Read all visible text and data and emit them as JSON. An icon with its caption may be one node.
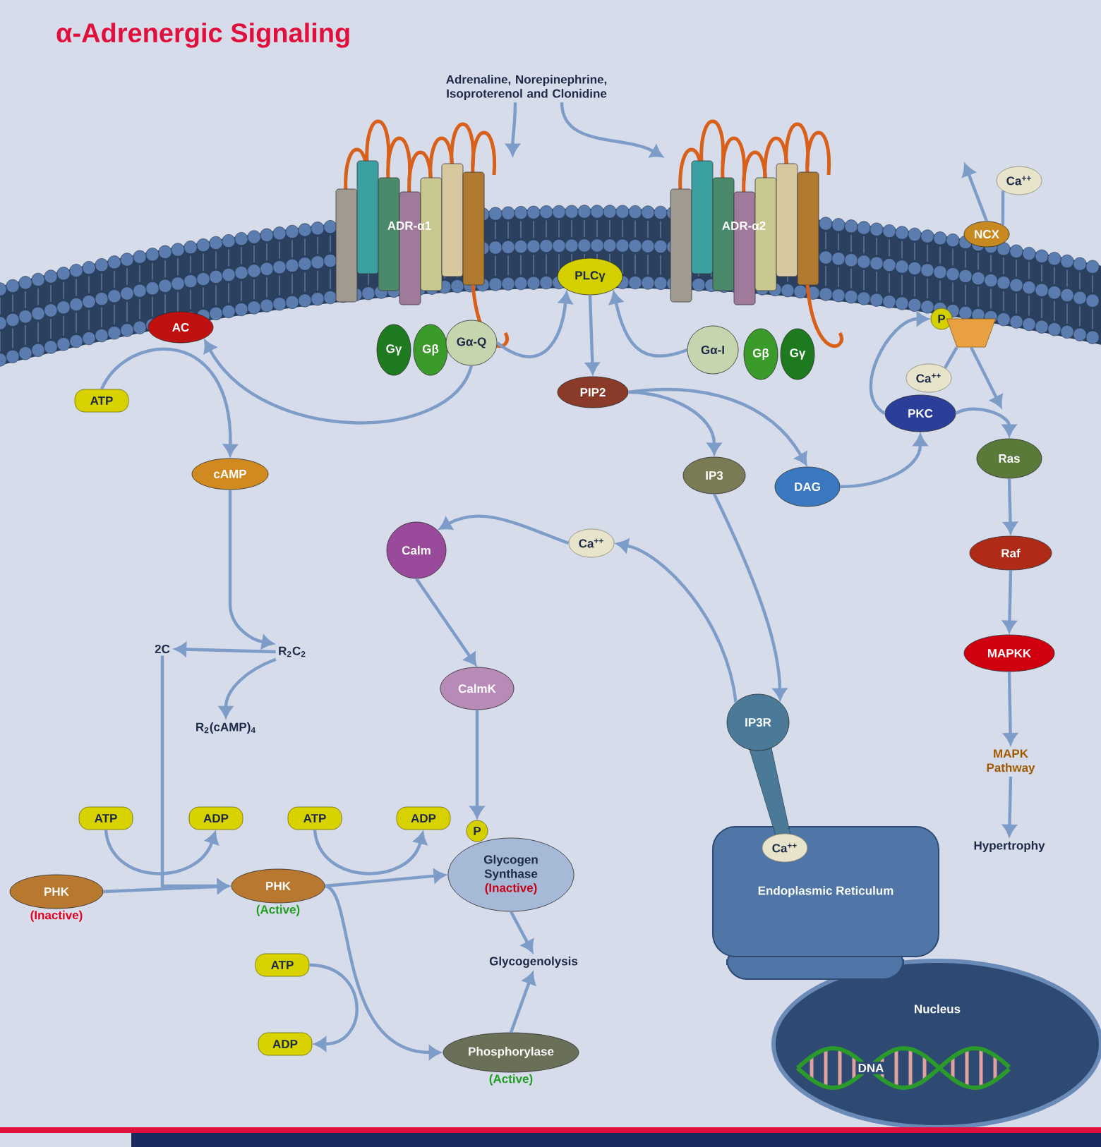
{
  "diagram": {
    "title": "α-Adrenergic Signaling",
    "nodes": [
      {
        "text": [
          "Adrenaline, Norepinephrine, Isoproterenol and Clonidine"
        ]
      },
      {
        "text": [
          "ADR-α1"
        ]
      },
      {
        "text": [
          "ADR-α2"
        ]
      },
      {
        "text": [
          "Gγ"
        ]
      },
      {
        "text": [
          "Gβ"
        ]
      },
      {
        "text": [
          "Gα-Q"
        ]
      },
      {
        "text": [
          "Gα-I"
        ]
      },
      {
        "text": [
          "Gβ"
        ]
      },
      {
        "text": [
          "Gγ"
        ]
      },
      {
        "text": [
          "AC"
        ]
      },
      {
        "text": [
          "ATP"
        ]
      },
      {
        "text": [
          "cAMP"
        ]
      },
      {
        "text": [
          "PLCγ"
        ]
      },
      {
        "text": [
          "PIP2"
        ]
      },
      {
        "text": [
          "IP3"
        ]
      },
      {
        "text": [
          "DAG"
        ]
      },
      {
        "text": [
          "PKC"
        ]
      },
      {
        "text": [
          "P"
        ]
      },
      {
        "text": [
          "Ca$^{++}$"
        ]
      },
      {
        "text": [
          "NCX"
        ]
      },
      {
        "text": [
          "Ca$^{++}$"
        ]
      },
      {
        "text": [
          "Ras"
        ]
      },
      {
        "text": [
          "Raf"
        ]
      },
      {
        "text": [
          "MAPKK"
        ]
      },
      {
        "text": [
          "MAPK Pathway"
        ]
      },
      {
        "text": [
          "Hypertrophy"
        ]
      },
      {
        "text": [
          "Ca$^{++}$"
        ]
      },
      {
        "text": [
          "Calm"
        ]
      },
      {
        "text": [
          "CalmK"
        ]
      },
      {
        "text": [
          "2C"
        ]
      },
      {
        "text": [
          "R$_{2}$C$_{2}$"
        ]
      },
      {
        "text": [
          "R$_{2}$(cAMP)$_{4}$"
        ]
      },
      {
        "text": [
          "ATP"
        ]
      },
      {
        "text": [
          "ADP"
        ]
      },
      {
        "text": [
          "ATP"
        ]
      },
      {
        "text": [
          "ADP"
        ]
      },
      {
        "text": [
          "PHK",
          "(Inactive)"
        ]
      },
      {
        "text": [
          "PHK",
          "(Active)"
        ]
      },
      {
        "text": [
          "P"
        ]
      },
      {
        "text": [
          "Glycogen Synthase",
          "(Inactive)"
        ]
      },
      {
        "text": [
          "Glycogenolysis"
        ]
      },
      {
        "text": [
          "ATP"
        ]
      },
      {
        "text": [
          "ADP"
        ]
      },
      {
        "text": [
          "Phosphorylase",
          "(Active)"
        ]
      },
      {
        "text": [
          "IP3R"
        ]
      },
      {
        "text": [
          "Ca$^{++}$"
        ],
        "in": 46
      },
      {
        "text": [
          "Endoplasmic Reticulum"
        ]
      },
      {
        "text": [
          "Nucleus"
        ]
      },
      {
        "text": [
          "DNA"
        ],
        "in": 47
      },
      {
        "text": [],
        "shape": "channel"
      }
    ],
    "edges": [
      {
        "from": 0,
        "to": 1,
        "arrow": "to"
      },
      {
        "from": 0,
        "to": 2,
        "arrow": "to"
      },
      {
        "from": 5,
        "to": 9,
        "arrow": "to"
      },
      {
        "from": 5,
        "to": 12,
        "arrow": "to"
      },
      {
        "from": 6,
        "to": 12,
        "arrow": "to"
      },
      {
        "from": 10,
        "to": 11,
        "arrow": "to"
      },
      {
        "from": 12,
        "to": 13,
        "arrow": "to"
      },
      {
        "from": 13,
        "to": 14,
        "arrow": "to"
      },
      {
        "from": 13,
        "to": 15,
        "arrow": "to"
      },
      {
        "from": 15,
        "to": 16,
        "arrow": "to"
      },
      {
        "from": 16,
        "to": 17,
        "arrow": "to"
      },
      {
        "from": 18,
        "to": 49,
        "arrow": "none"
      },
      {
        "from": 49,
        "to": null,
        "arrow": "to"
      },
      {
        "from": 20,
        "to": 19,
        "arrow": "none"
      },
      {
        "from": 19,
        "to": null,
        "arrow": "to"
      },
      {
        "from": 16,
        "to": 21,
        "arrow": "to"
      },
      {
        "from": 21,
        "to": 22,
        "arrow": "to"
      },
      {
        "from": 22,
        "to": 23,
        "arrow": "to"
      },
      {
        "from": 23,
        "to": 24,
        "arrow": "to"
      },
      {
        "from": 24,
        "to": 25,
        "arrow": "to"
      },
      {
        "from": 14,
        "to": 44,
        "arrow": "to"
      },
      {
        "from": 44,
        "to": 26,
        "arrow": "to"
      },
      {
        "from": 26,
        "to": 27,
        "arrow": "to"
      },
      {
        "from": 27,
        "to": 28,
        "arrow": "to"
      },
      {
        "from": 28,
        "to": 38,
        "arrow": "to"
      },
      {
        "from": 11,
        "to": 30,
        "arrow": "to"
      },
      {
        "from": 30,
        "to": 29,
        "arrow": "to"
      },
      {
        "from": 30,
        "to": 31,
        "arrow": "to"
      },
      {
        "from": 29,
        "to": 37,
        "arrow": "to"
      },
      {
        "from": 36,
        "to": 37,
        "arrow": "to"
      },
      {
        "from": 32,
        "to": 33,
        "arrow": "to"
      },
      {
        "from": 34,
        "to": 35,
        "arrow": "to"
      },
      {
        "from": 37,
        "to": 39,
        "arrow": "to"
      },
      {
        "from": 37,
        "to": 43,
        "arrow": "to"
      },
      {
        "from": 41,
        "to": 42,
        "arrow": "to"
      },
      {
        "from": 39,
        "to": 40,
        "arrow": "to"
      },
      {
        "from": 43,
        "to": 40,
        "arrow": "to"
      }
    ]
  }
}
